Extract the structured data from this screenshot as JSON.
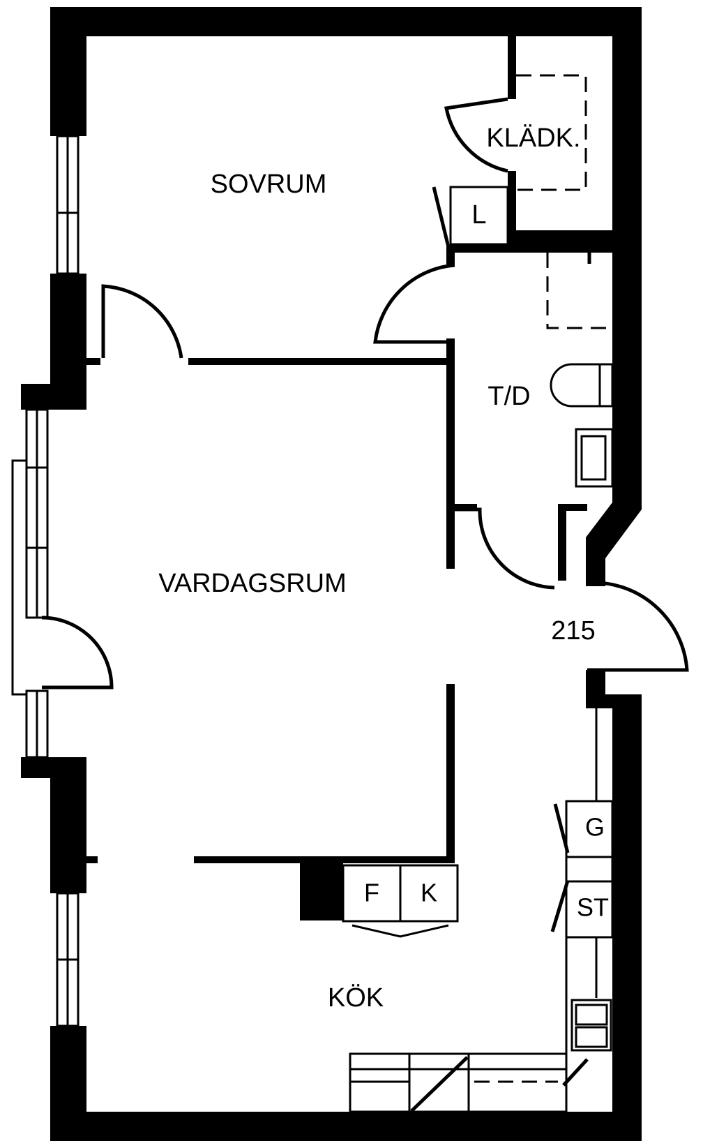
{
  "rooms": {
    "bedroom": "SOVRUM",
    "closet": "KLÄDK.",
    "linen": "L",
    "bathroom": "T/D",
    "living": "VARDAGSRUM",
    "unit_number": "215",
    "kitchen": "KÖK"
  },
  "appliances": {
    "fridge": "F",
    "freezer": "K",
    "oven": "G",
    "stove": "ST"
  },
  "colors": {
    "walls": "#000000",
    "background": "#ffffff"
  }
}
